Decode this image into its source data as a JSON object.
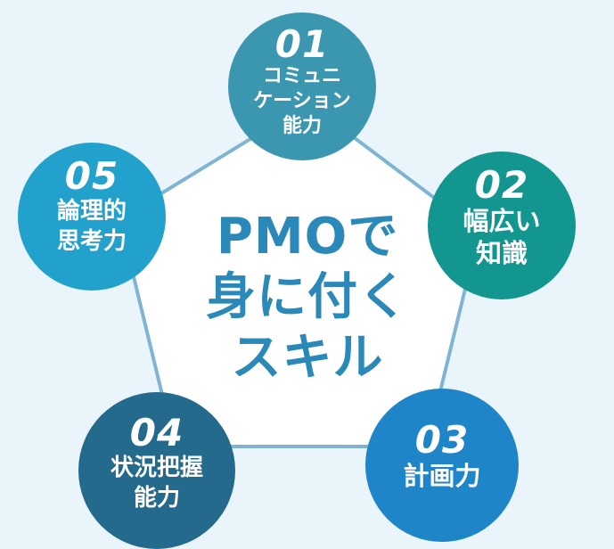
{
  "center": {
    "lines": [
      "PMOで",
      "身に付く",
      "スキル"
    ]
  },
  "skills": [
    {
      "num": "01",
      "lines": [
        "コミュニ",
        "ケーション",
        "能力"
      ],
      "color": "#3b96b0"
    },
    {
      "num": "02",
      "lines": [
        "幅広い",
        "知識"
      ],
      "color": "#12968f"
    },
    {
      "num": "03",
      "lines": [
        "計画力"
      ],
      "color": "#1e86c8"
    },
    {
      "num": "04",
      "lines": [
        "状況把握",
        "能力"
      ],
      "color": "#246a8c"
    },
    {
      "num": "05",
      "lines": [
        "論理的",
        "思考力"
      ],
      "color": "#23a1cd"
    }
  ]
}
